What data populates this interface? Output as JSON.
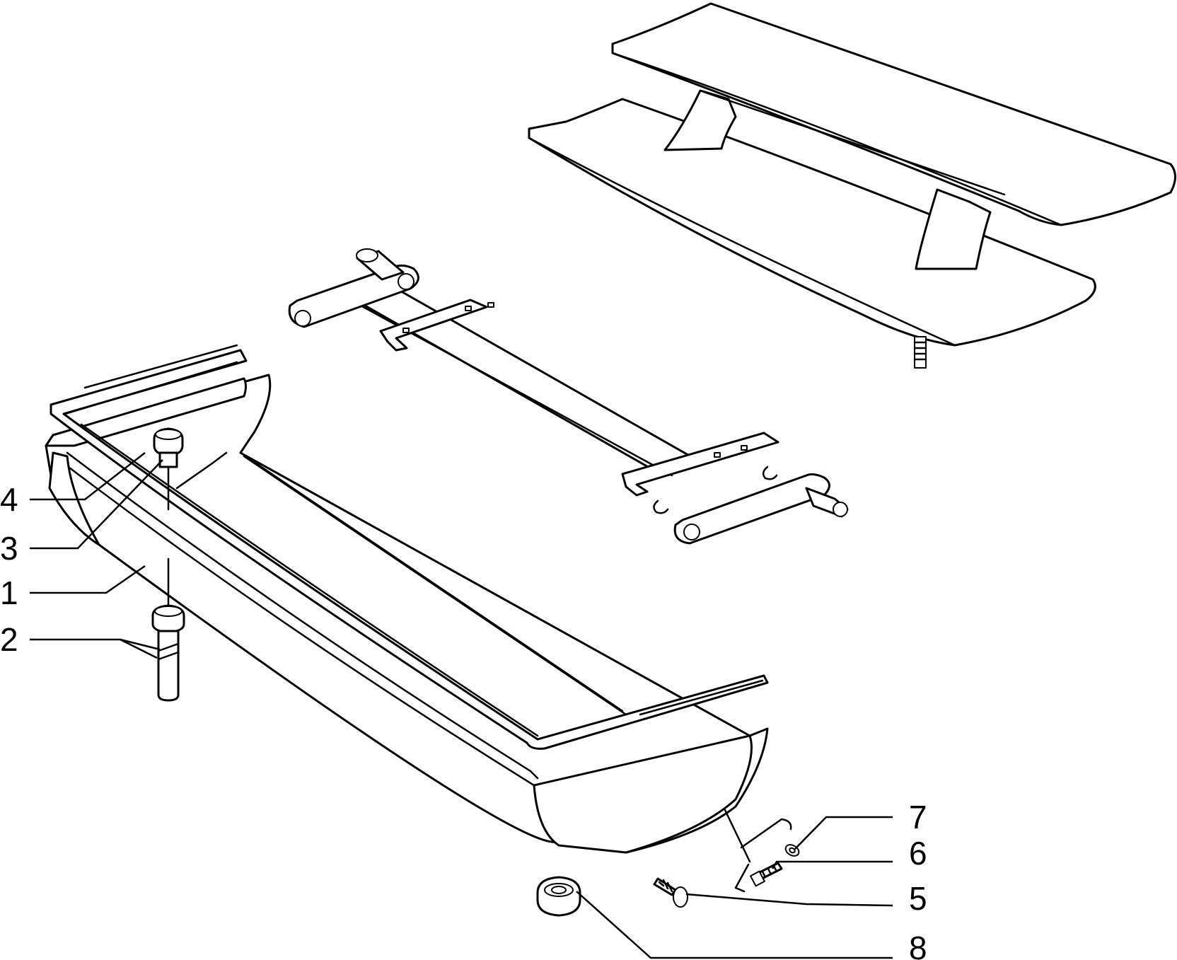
{
  "diagram": {
    "callouts": [
      {
        "id": "4",
        "label": "4"
      },
      {
        "id": "3",
        "label": "3"
      },
      {
        "id": "1",
        "label": "1"
      },
      {
        "id": "2",
        "label": "2"
      },
      {
        "id": "7",
        "label": "7"
      },
      {
        "id": "6",
        "label": "6"
      },
      {
        "id": "5",
        "label": "5"
      },
      {
        "id": "8",
        "label": "8"
      }
    ],
    "colors": {
      "line": "#000000",
      "background": "#ffffff"
    }
  }
}
